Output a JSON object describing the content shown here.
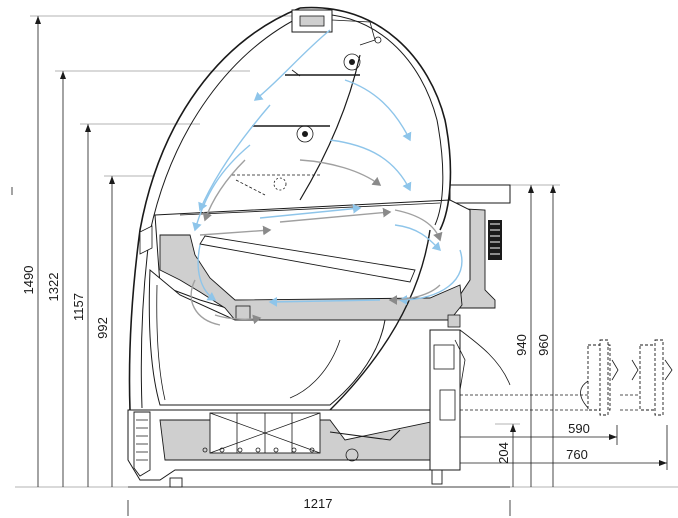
{
  "dimensions": {
    "heights": [
      {
        "id": "h1490",
        "label": "1490"
      },
      {
        "id": "h1322",
        "label": "1322"
      },
      {
        "id": "h1157",
        "label": "1157"
      },
      {
        "id": "h992",
        "label": "992"
      },
      {
        "id": "h940",
        "label": "940"
      },
      {
        "id": "h960",
        "label": "960"
      },
      {
        "id": "h204",
        "label": "204"
      }
    ],
    "widths": [
      {
        "id": "w1217",
        "label": "1217"
      },
      {
        "id": "w590",
        "label": "590"
      },
      {
        "id": "w760",
        "label": "760"
      }
    ]
  },
  "colors": {
    "line": "#1a1a1a",
    "panel": "#cfcfcf",
    "airflow_cold": "#8ec5ea",
    "airflow_warm": "#a0a0a0"
  }
}
